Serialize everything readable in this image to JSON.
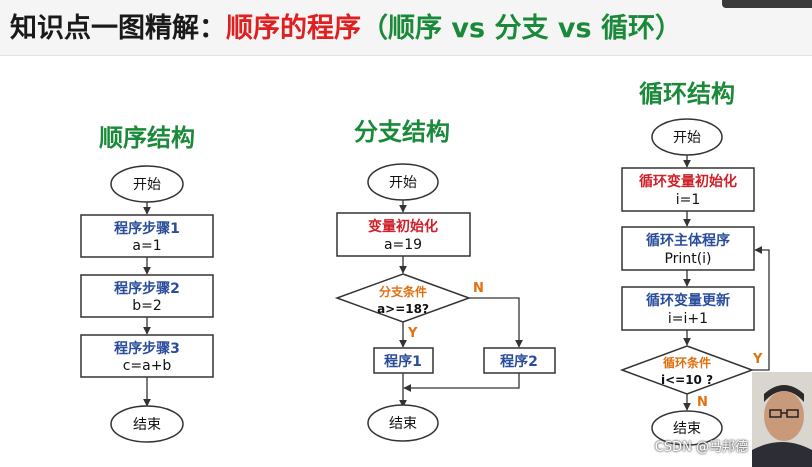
{
  "title": {
    "part1": "知识点一图精解：",
    "part2": "顺序的程序",
    "part3": "（顺序 vs 分支 vs 循环）"
  },
  "sequence": {
    "title": "顺序结构",
    "start": "开始",
    "step1_label": "程序步骤1",
    "step1_code": "a=1",
    "step2_label": "程序步骤2",
    "step2_code": "b=2",
    "step3_label": "程序步骤3",
    "step3_code": "c=a+b",
    "end": "结束"
  },
  "branch": {
    "title": "分支结构",
    "start": "开始",
    "init_label": "变量初始化",
    "init_code": "a=19",
    "cond_label": "分支条件",
    "cond_expr": "a>=18?",
    "yes": "Y",
    "no": "N",
    "prog1": "程序1",
    "prog2": "程序2",
    "end": "结束"
  },
  "loop": {
    "title": "循环结构",
    "start": "开始",
    "init_label": "循环变量初始化",
    "init_code": "i=1",
    "body_label": "循环主体程序",
    "body_code": "Print(i)",
    "update_label": "循环变量更新",
    "update_code": "i=i+1",
    "cond_label": "循环条件",
    "cond_expr": "i<=10 ?",
    "yes": "Y",
    "no": "N",
    "end": "结束"
  },
  "watermark": "CSDN @马邦德",
  "colors": {
    "title_black": "#1a1a1a",
    "title_red": "#e02020",
    "section_green": "#1a8a3a",
    "label_blue": "#2a4d9b",
    "label_red": "#d0202a",
    "label_orange": "#e07010"
  }
}
